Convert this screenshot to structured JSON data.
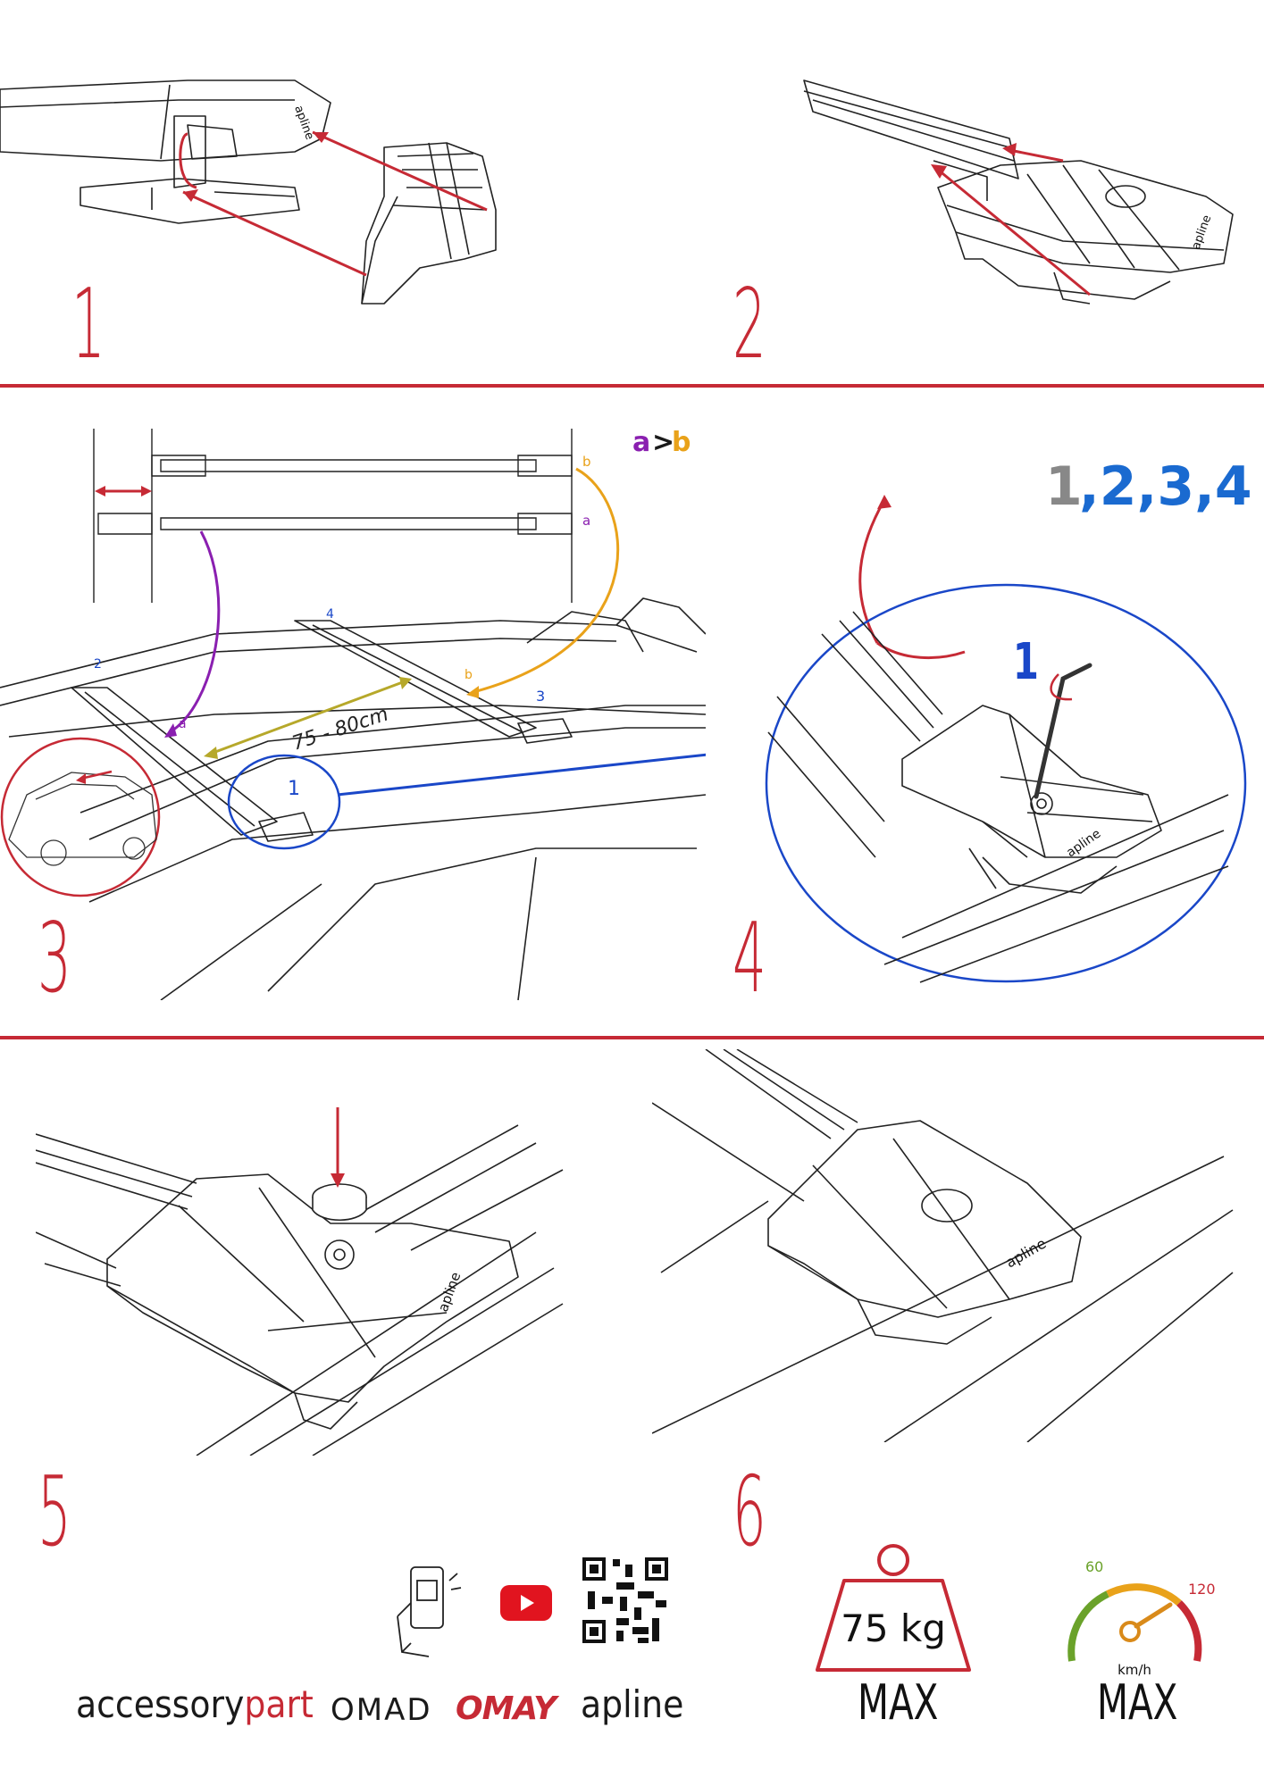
{
  "steps": {
    "s1": "1",
    "s2": "2",
    "s3": "3",
    "s4": "4",
    "s5": "5",
    "s6": "6"
  },
  "step3": {
    "a_gt_b": {
      "a": "a",
      "gt": ">",
      "b": "b"
    },
    "label_a_top": "b",
    "label_b_top": "a",
    "label_b_car": "b",
    "label_a_car": "a",
    "distance": "75 - 80cm",
    "bar_nums": {
      "n1": "1",
      "n2": "2",
      "n3": "3",
      "n4": "4"
    }
  },
  "step4": {
    "sequence": {
      "gray": "1",
      "rest": ",2,3,4"
    },
    "callout": "1"
  },
  "brands": {
    "accessory_a": "accessory",
    "accessory_b": "part",
    "omad": "OMAD",
    "omay": "OMAY",
    "apline": "apline"
  },
  "footer": {
    "weight": "75 kg",
    "max_weight": "MAX",
    "speed_unit": "km/h",
    "speed_low": "60",
    "speed_high": "120",
    "max_speed": "MAX"
  },
  "colors": {
    "accent_red": "#c62a35",
    "purple": "#8a1fb0",
    "orange": "#e9a21a",
    "olive": "#b6a82a",
    "blue": "#1a47c8",
    "gray": "#888888"
  },
  "icons": [
    "phone-qr-icon",
    "youtube-icon",
    "qr-code-icon",
    "weight-icon",
    "speedometer-icon",
    "hex-key-icon"
  ]
}
